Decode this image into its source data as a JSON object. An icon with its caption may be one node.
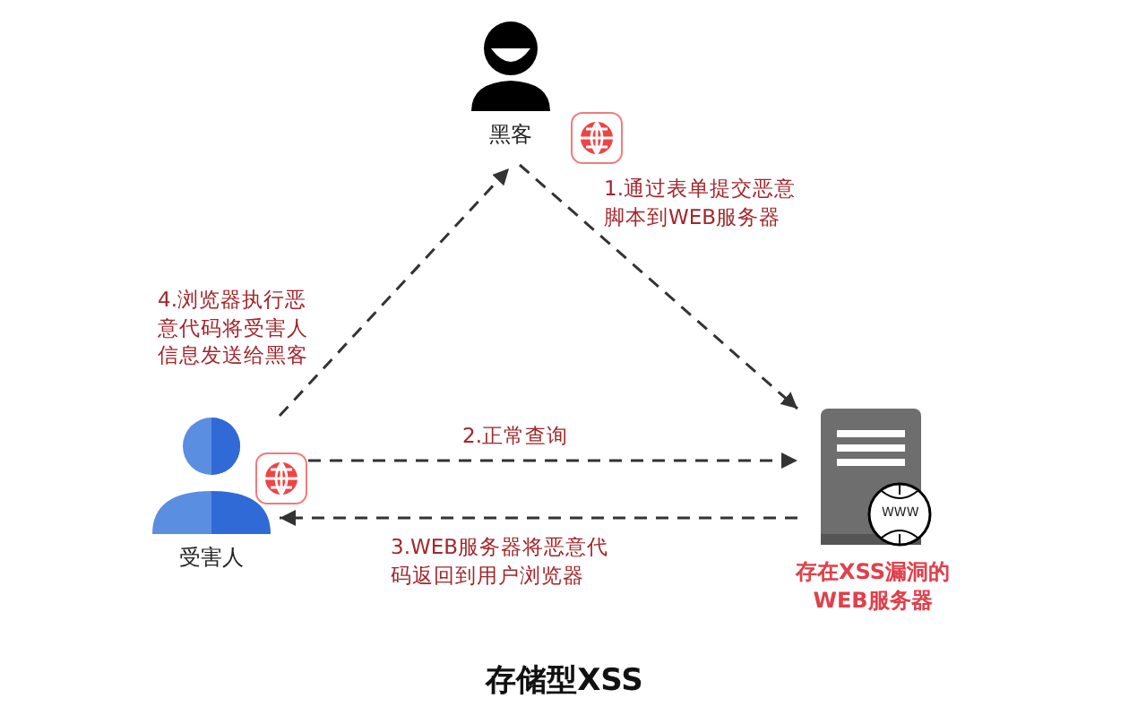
{
  "diagram": {
    "title": "存储型XSS",
    "nodes": [
      {
        "text": [
          "黑客"
        ]
      },
      {
        "text": [
          "受害人"
        ]
      },
      {
        "text": [
          "存在XSS漏洞的WEB服务器"
        ]
      }
    ],
    "edges": [
      {
        "from": 0,
        "to": 2,
        "arrow": "to",
        "style": "dashed",
        "label": "1.通过表单提交恶意脚本到WEB服务器"
      },
      {
        "from": 1,
        "to": 2,
        "arrow": "to",
        "style": "dashed",
        "label": "2.正常查询"
      },
      {
        "from": 2,
        "to": 1,
        "arrow": "to",
        "style": "dashed",
        "label": "3.WEB服务器将恶意代码返回到用户浏览器"
      },
      {
        "from": 1,
        "to": 0,
        "arrow": "to",
        "style": "dashed",
        "label": "4.浏览器执行恶意代码将受害人信息发送给黑客"
      }
    ],
    "labels": [
      "WWW"
    ]
  }
}
